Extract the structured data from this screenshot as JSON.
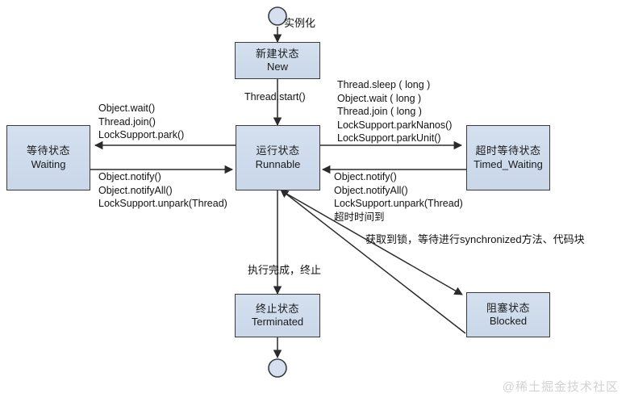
{
  "diagram": {
    "title": "Java Thread State Transition Diagram",
    "colors": {
      "box_fill": "#ccd9ea",
      "box_border": "#3a3a3a",
      "line": "#2b2b2b",
      "text": "#111111",
      "watermark": "#d2d2d2",
      "background": "#ffffff"
    },
    "nodes": [
      {
        "id": "start",
        "type": "start-circle",
        "label_cn": "",
        "label_en": ""
      },
      {
        "id": "new",
        "type": "state",
        "label_cn": "新建状态",
        "label_en": "New"
      },
      {
        "id": "runnable",
        "type": "state",
        "label_cn": "运行状态",
        "label_en": "Runnable"
      },
      {
        "id": "waiting",
        "type": "state",
        "label_cn": "等待状态",
        "label_en": "Waiting"
      },
      {
        "id": "timed_waiting",
        "type": "state",
        "label_cn": "超时等待状态",
        "label_en": "Timed_Waiting"
      },
      {
        "id": "blocked",
        "type": "state",
        "label_cn": "阻塞状态",
        "label_en": "Blocked"
      },
      {
        "id": "terminated",
        "type": "state",
        "label_cn": "终止状态",
        "label_en": "Terminated"
      },
      {
        "id": "end",
        "type": "end-circle",
        "label_cn": "",
        "label_en": ""
      }
    ],
    "edges": {
      "instantiate": "实例化",
      "thread_start": "Thread.start()",
      "to_waiting": "Object.wait()\nThread.join()\nLockSupport.park()",
      "from_waiting": "Object.notify()\nObject.notifyAll()\nLockSupport.unpark(Thread)",
      "to_timed_waiting": "Thread.sleep ( long )\nObject.wait ( long )\nThread.join ( long )\nLockSupport.parkNanos()\nLockSupport.parkUnit()",
      "from_timed_waiting": "Object.notify()\nObject.notifyAll()\nLockSupport.unpark(Thread)\n超时时间到",
      "blocked_label": "获取到锁，等待进行synchronized方法、代码块",
      "to_terminated": "执行完成，终止"
    },
    "watermark": "@稀土掘金技术社区"
  }
}
